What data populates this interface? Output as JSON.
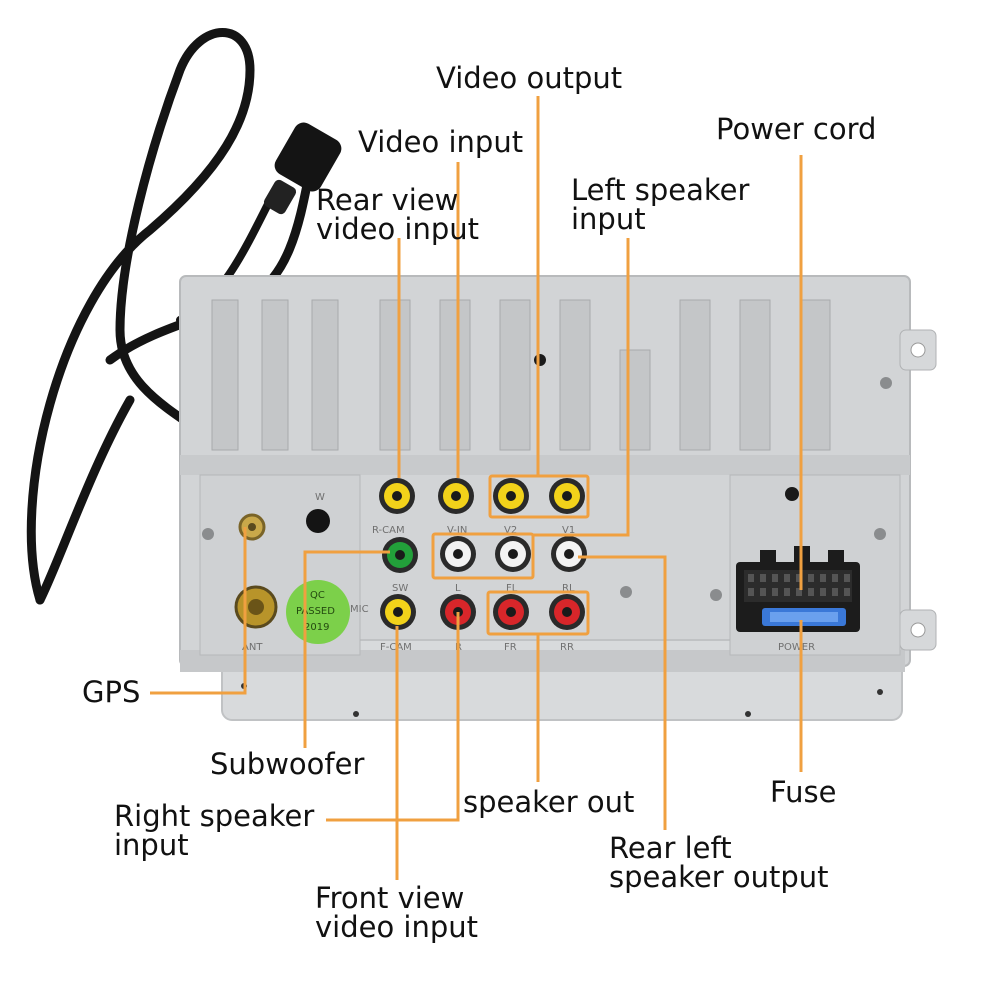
{
  "labels": {
    "video_output": "Video output",
    "video_input": "Video input",
    "power_cord": "Power cord",
    "rear_view_video_input": [
      "Rear view",
      "video input"
    ],
    "left_speaker_input": [
      "Left speaker",
      "input"
    ],
    "gps": "GPS",
    "subwoofer": "Subwoofer",
    "right_speaker_input": [
      "Right speaker",
      "input"
    ],
    "speaker_out": "speaker out",
    "fuse": "Fuse",
    "rear_left_speaker_output": [
      "Rear left",
      "speaker output"
    ],
    "front_view_video_input": [
      "Front view",
      "video input"
    ]
  },
  "panel_markings": {
    "w": "W",
    "r_cam": "R-CAM",
    "v_in": "V-IN",
    "v2": "V2",
    "v1": "V1",
    "sw": "SW",
    "l": "L",
    "fl": "FL",
    "rl": "RL",
    "ant": "ANT",
    "mic": "MIC",
    "f_cam": "F-CAM",
    "r": "R",
    "fr": "FR",
    "rr": "RR",
    "power": "POWER"
  },
  "sticker": {
    "line1": "QC",
    "line2": "PASSED",
    "line3": "2019"
  },
  "colors": {
    "leader": "#f0a040",
    "chassis": "#d2d4d6",
    "jack_yellow": "#f2d21a",
    "jack_white": "#f2f2f2",
    "jack_red": "#d8262a",
    "jack_green": "#22a03a",
    "sticker_green": "#7cd04a",
    "fuse_blue": "#3a78d8",
    "cable": "#141414"
  }
}
